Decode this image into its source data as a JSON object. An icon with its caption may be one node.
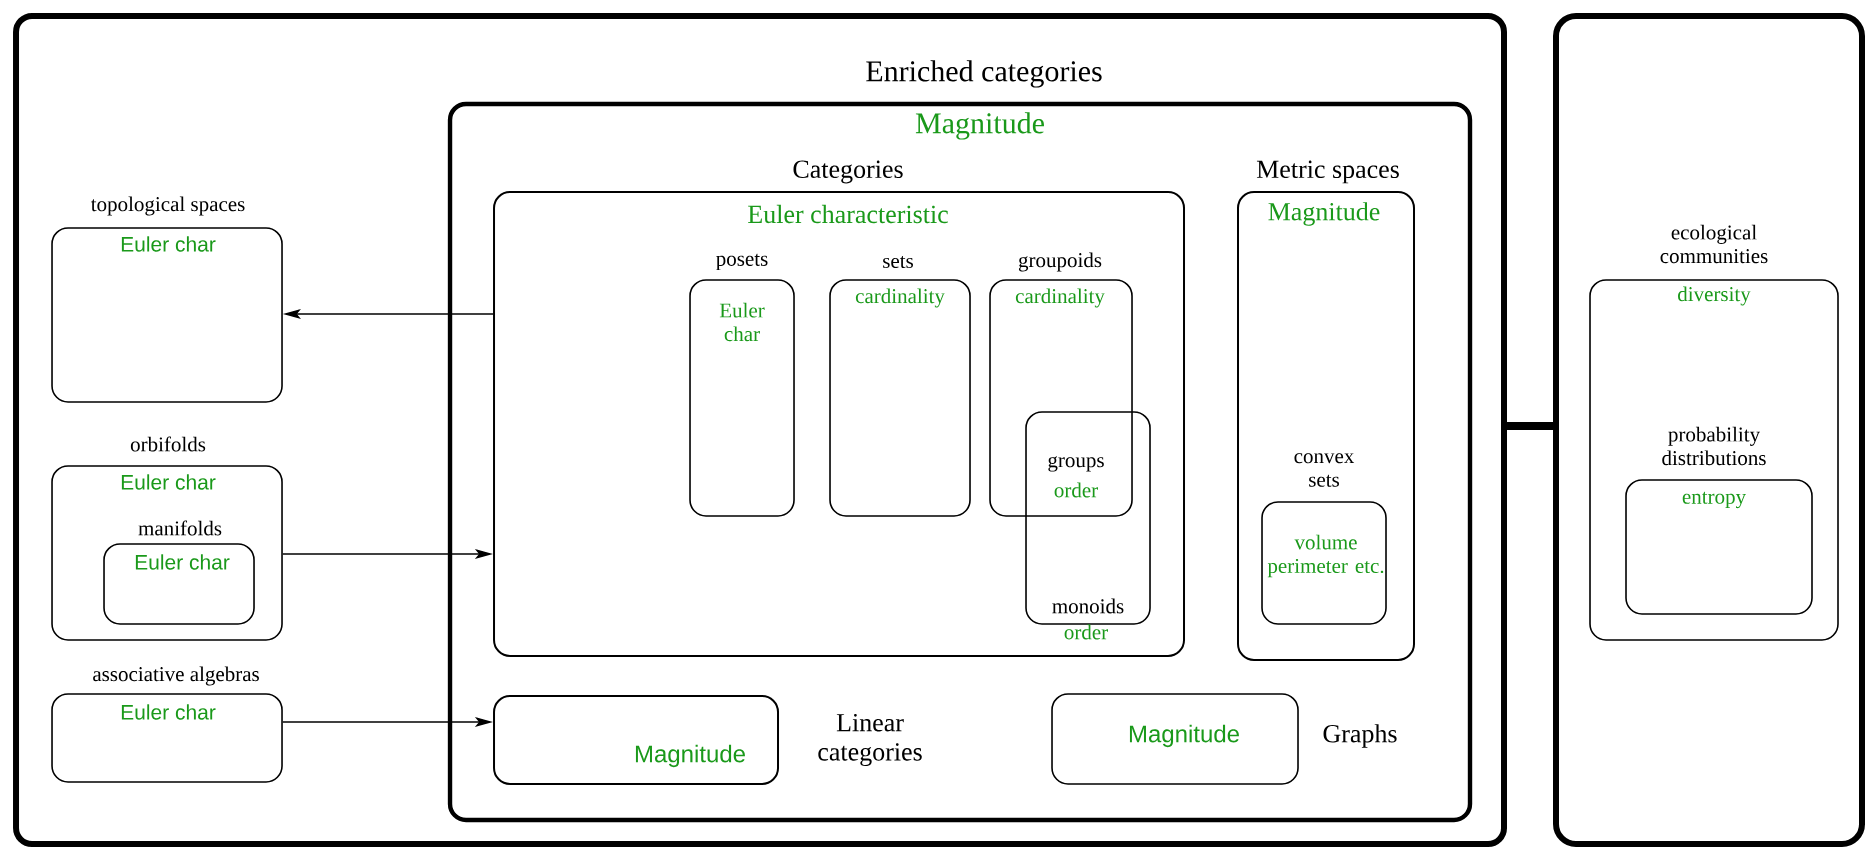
{
  "diagram": {
    "nodes": [
      {
        "text": [
          "Enriched categories"
        ]
      },
      {
        "text": [
          "topological spaces",
          "Euler char"
        ],
        "in": 0
      },
      {
        "text": [
          "orbifolds",
          "Euler char"
        ],
        "in": 0
      },
      {
        "text": [
          "manifolds",
          "Euler char"
        ],
        "in": 2
      },
      {
        "text": [
          "associative algebras",
          "Euler char"
        ],
        "in": 0
      },
      {
        "text": [
          "Magnitude"
        ],
        "in": 0
      },
      {
        "text": [
          "Categories",
          "Euler characteristic"
        ],
        "in": 5
      },
      {
        "text": [
          "posets",
          "Euler char"
        ],
        "in": 6
      },
      {
        "text": [
          "sets",
          "cardinality"
        ],
        "in": 6
      },
      {
        "text": [
          "groupoids",
          "cardinality"
        ],
        "in": 6
      },
      {
        "text": [
          "monoids",
          "order"
        ],
        "in": 6
      },
      {
        "text": [
          "Metric spaces",
          "Magnitude"
        ],
        "in": 5
      },
      {
        "text": [
          "convex sets",
          "volume perimeter etc."
        ],
        "in": 11
      },
      {
        "text": [
          "Magnitude"
        ],
        "in": 5,
        "beside": [
          "Linear categories"
        ]
      },
      {
        "text": [
          "Magnitude"
        ],
        "in": 5,
        "beside": [
          "Graphs"
        ]
      },
      {
        "text": [],
        "shape": "box"
      },
      {
        "text": [
          "ecological communities",
          "diversity"
        ],
        "in": 15
      },
      {
        "text": [
          "probability distributions",
          "entropy"
        ],
        "in": 16
      }
    ],
    "edges": [
      {
        "from": 6,
        "to": 1,
        "arrow": "to"
      },
      {
        "from": 2,
        "to": 6,
        "arrow": "to"
      },
      {
        "from": 4,
        "to": 13,
        "arrow": "to"
      },
      {
        "from": 0,
        "to": 15,
        "arrow": "none",
        "style": "thick"
      }
    ],
    "labels": [
      "groups",
      "order"
    ]
  }
}
